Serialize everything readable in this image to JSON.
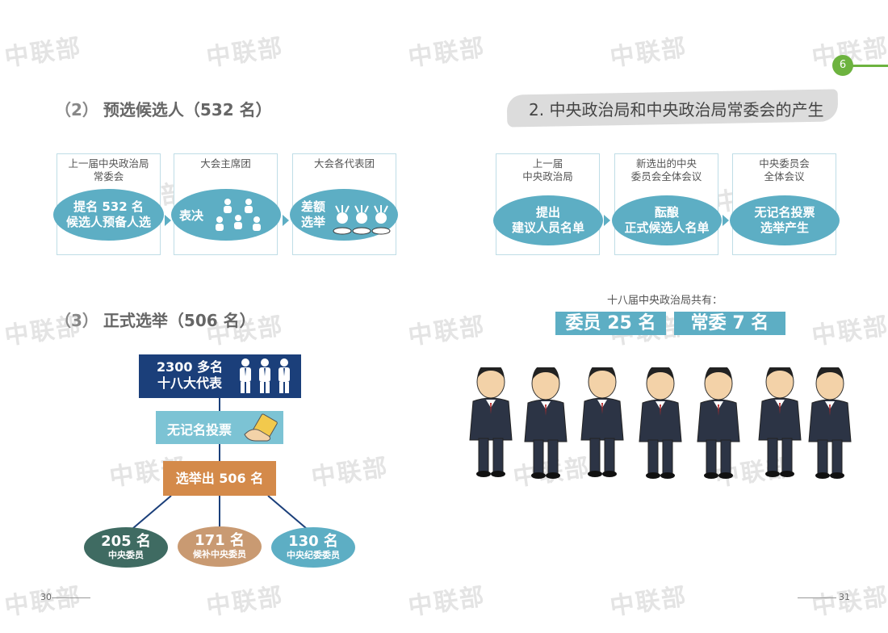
{
  "watermark": "中联部",
  "page_tab": "6",
  "left": {
    "section2": {
      "num": "（2）",
      "title": "预选候选人（532 名）"
    },
    "flow": [
      {
        "caption": "上一届中央政治局\n常委会",
        "pill": [
          "提名 532 名",
          "候选人预备人选"
        ]
      },
      {
        "caption": "大会主席团",
        "pill": [
          "表决"
        ]
      },
      {
        "caption": "大会各代表团",
        "pill": [
          "差额",
          "选举"
        ]
      }
    ],
    "section3": {
      "num": "（3）",
      "title": "正式选举（506 名）"
    },
    "delegates": [
      "2300 多名",
      "十八大代表"
    ],
    "ballot": "无记名投票",
    "elect": "选举出 506 名",
    "results": [
      {
        "count": "205 名",
        "label": "中央委员",
        "color": "#3f6b62"
      },
      {
        "count": "171 名",
        "label": "候补中央委员",
        "color": "#c99a72"
      },
      {
        "count": "130 名",
        "label": "中央纪委委员",
        "color": "#5daec4"
      }
    ],
    "page_number": "30"
  },
  "right": {
    "title": "2. 中央政治局和中央政治局常委会的产生",
    "flow": [
      {
        "caption": "上一届\n中央政治局",
        "pill": [
          "提出",
          "建议人员名单"
        ]
      },
      {
        "caption": "新选出的中央\n委员会全体会议",
        "pill": [
          "酝酿",
          "正式候选人名单"
        ]
      },
      {
        "caption": "中央委员会\n全体会议",
        "pill": [
          "无记名投票",
          "选举产生"
        ]
      }
    ],
    "stats_label": "十八届中央政治局共有：",
    "stats": [
      {
        "text": "委员 25 名"
      },
      {
        "text": "常委 7 名"
      }
    ],
    "page_number": "31"
  },
  "colors": {
    "accent": "#5daec4",
    "navy": "#1b3f7a",
    "orange": "#d48a4a",
    "green": "#6db33f"
  }
}
